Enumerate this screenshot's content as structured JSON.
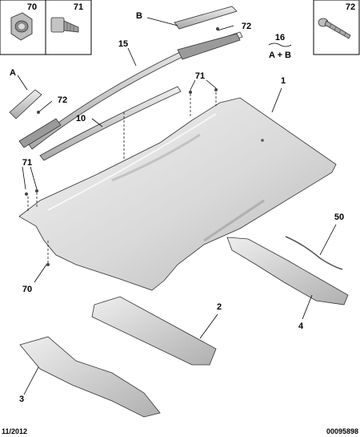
{
  "inset_labels": {
    "nut": "70",
    "bolt": "71",
    "screw": "72"
  },
  "callouts": {
    "roof": "1",
    "cross_member_front": "2",
    "cross_member_rear": "3",
    "rail_right": "4",
    "molding_rail": "10",
    "roof_rail_bar": "15",
    "cable": "50",
    "kit_number": "16",
    "kit_formula": "A + B",
    "clip_b": "B",
    "clip_a": "A",
    "screw_b": "72",
    "screw_a": "72",
    "bolt_mid": "71",
    "bolt_left": "71",
    "nut_left": "70"
  },
  "footer": {
    "date": "11/2012",
    "ref": "00095898"
  },
  "colors": {
    "part_light": "#e6e6e6",
    "part_mid": "#c9c9c9",
    "part_dark": "#9a9a9a",
    "line": "#000000"
  }
}
